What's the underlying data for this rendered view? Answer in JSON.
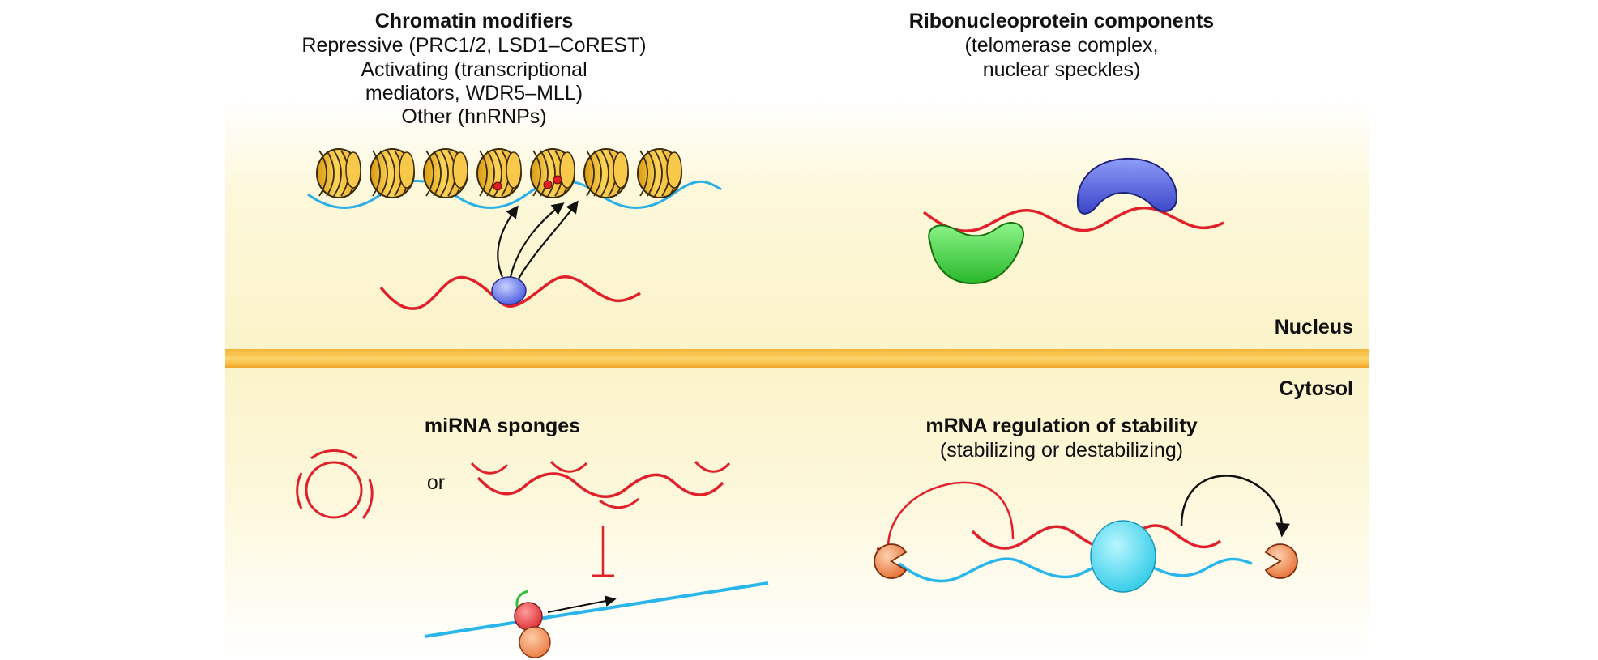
{
  "chromatin": {
    "title": "Chromatin modifiers",
    "line1": "Repressive (PRC1/2, LSD1–CoREST)",
    "line2": "Activating (transcriptional",
    "line3": "mediators, WDR5–MLL)",
    "line4": "Other (hnRNPs)"
  },
  "rnp": {
    "title": "Ribonucleoprotein components",
    "line1": "(telomerase complex,",
    "line2": "nuclear speckles)"
  },
  "compartments": {
    "nucleus": "Nucleus",
    "cytosol": "Cytosol"
  },
  "mirna": {
    "title": "miRNA sponges",
    "or": "or"
  },
  "mrna": {
    "title": "mRNA regulation of stability",
    "subtitle": "(stabilizing or destabilizing)"
  },
  "colors": {
    "lncrna_red": "#e0202a",
    "mrna_blue": "#2ab6ea",
    "membrane_gold": "#f8c24a",
    "nucleosome_gold": "#f2b426"
  }
}
